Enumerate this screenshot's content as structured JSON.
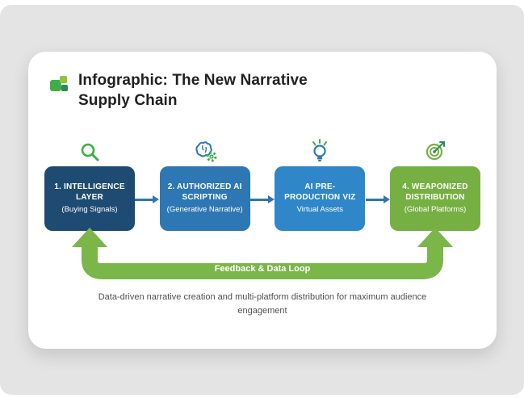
{
  "header": {
    "icon": "green-blocks-icon",
    "title_line1": "Infographic: The New Narrative",
    "title_line2": "Supply Chain"
  },
  "flow": {
    "stages": [
      {
        "icon": "magnifier-icon",
        "title": "1. INTELLIGENCE LAYER",
        "subtitle": "(Buying Signals)",
        "color": "#1e4b72"
      },
      {
        "icon": "brain-gear-icon",
        "title": "2. AUTHORIZED AI SCRIPTING",
        "subtitle": "(Generative Narrative)",
        "color": "#2e77b5"
      },
      {
        "icon": "lightbulb-icon",
        "title": "AI PRE-PRODUCTION VIZ",
        "subtitle": "Virtual Assets",
        "color": "#2f86c8"
      },
      {
        "icon": "target-arrow-icon",
        "title": "4. WEAPONIZED DISTRIBUTION",
        "subtitle": "(Global Platforms)",
        "color": "#76b043"
      }
    ],
    "connector_color": "#2e77b5"
  },
  "feedback_loop": {
    "label": "Feedback & Data Loop",
    "color": "#7ab648"
  },
  "caption": "Data-driven narrative creation and multi-platform distribution for maximum audience engagement",
  "palette": {
    "page_background": "#e4e4e4",
    "card_background": "#ffffff",
    "title_text": "#212121",
    "caption_text": "#4f4f4f",
    "accent_green": "#3fae49",
    "accent_blue": "#2e77b5"
  }
}
